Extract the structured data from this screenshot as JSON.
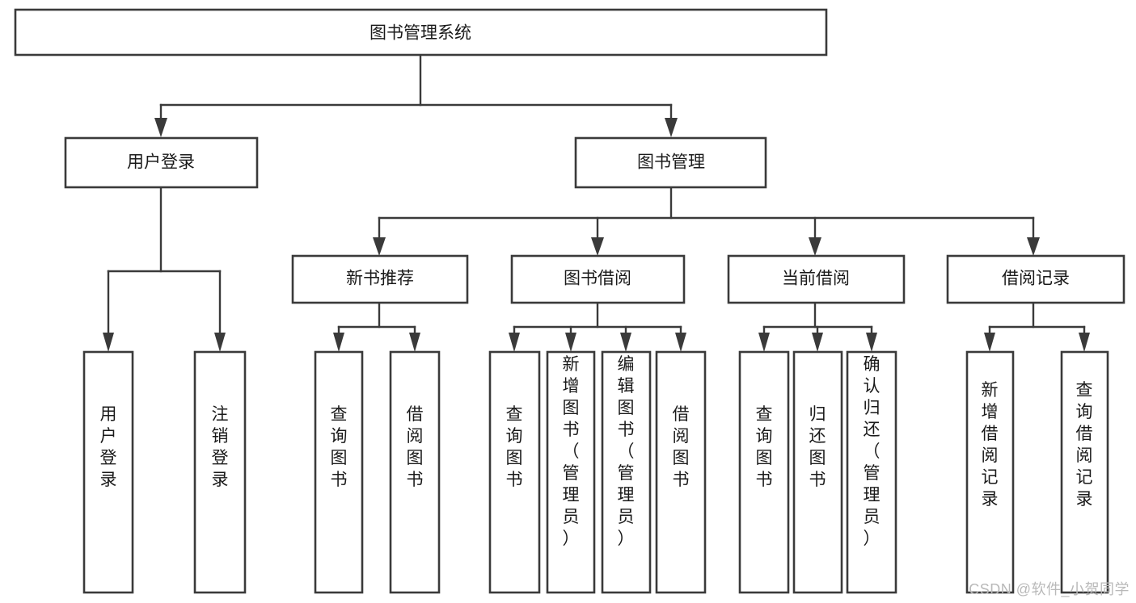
{
  "diagram": {
    "type": "tree-hierarchy-chart",
    "title": "图书管理系统",
    "watermark": "CSDN @软件_小贺同学",
    "orientation": "top-down",
    "accent_color": "#3a3a3a",
    "background_color": "#ffffff",
    "levels": 4
  },
  "nodes": {
    "root": {
      "label": "图书管理系统"
    },
    "level2": [
      {
        "id": "user-login",
        "label": "用户登录"
      },
      {
        "id": "book-management",
        "label": "图书管理"
      }
    ],
    "level3": [
      {
        "id": "new-book-recommend",
        "label": "新书推荐",
        "parent": "book-management"
      },
      {
        "id": "book-borrow",
        "label": "图书借阅",
        "parent": "book-management"
      },
      {
        "id": "current-borrow",
        "label": "当前借阅",
        "parent": "book-management"
      },
      {
        "id": "borrow-record",
        "label": "借阅记录",
        "parent": "book-management"
      }
    ],
    "leaves": [
      {
        "id": "leaf-user-login",
        "label": "用户登录",
        "parent": "user-login"
      },
      {
        "id": "leaf-logout-login",
        "label": "注销登录",
        "parent": "user-login"
      },
      {
        "id": "leaf-query-book-1",
        "label": "查询图书",
        "parent": "new-book-recommend"
      },
      {
        "id": "leaf-borrow-book-1",
        "label": "借阅图书",
        "parent": "new-book-recommend"
      },
      {
        "id": "leaf-query-book-2",
        "label": "查询图书",
        "parent": "book-borrow"
      },
      {
        "id": "leaf-add-book",
        "label": "新增图书（管理员）",
        "parent": "book-borrow"
      },
      {
        "id": "leaf-edit-book",
        "label": "编辑图书（管理员）",
        "parent": "book-borrow"
      },
      {
        "id": "leaf-borrow-book-2",
        "label": "借阅图书",
        "parent": "book-borrow"
      },
      {
        "id": "leaf-query-book-3",
        "label": "查询图书",
        "parent": "current-borrow"
      },
      {
        "id": "leaf-return-book",
        "label": "归还图书",
        "parent": "current-borrow"
      },
      {
        "id": "leaf-confirm-return",
        "label": "确认归还（管理员）",
        "parent": "current-borrow"
      },
      {
        "id": "leaf-add-borrow-record",
        "label": "新增借阅记录",
        "parent": "borrow-record"
      },
      {
        "id": "leaf-query-borrow-record",
        "label": "查询借阅记录",
        "parent": "borrow-record"
      }
    ]
  }
}
